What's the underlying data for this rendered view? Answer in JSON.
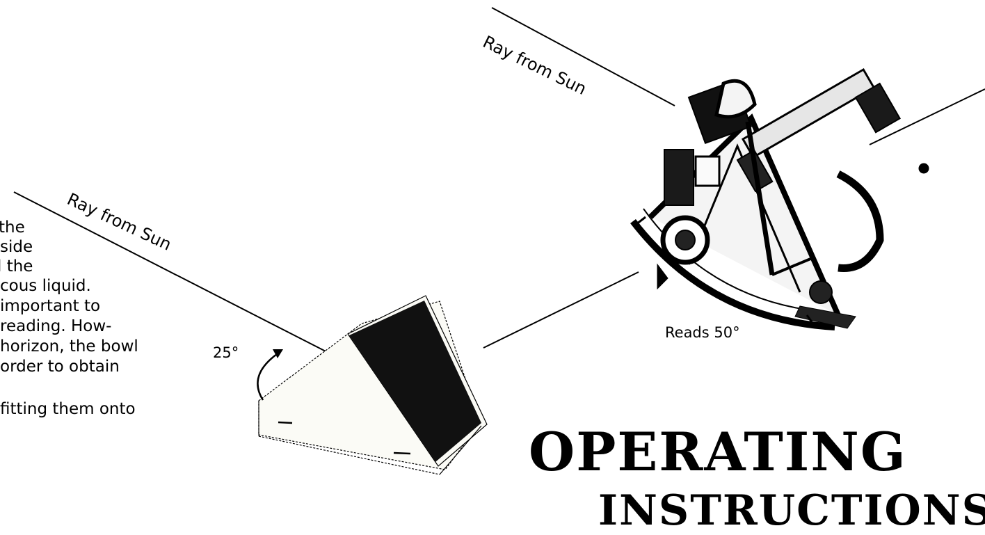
{
  "body_text": {
    "lines": [
      "the",
      "side",
      "l the",
      "cous liquid.",
      "important to",
      "reading. How-",
      "horizon, the bowl",
      "order to obtain",
      "",
      "fitting them onto"
    ]
  },
  "diagram": {
    "ray_label_left": "Ray from Sun",
    "ray_label_right": "Ray from Sun",
    "angle_label": "25°",
    "reading_label": "Reads 50°"
  },
  "heading": {
    "title": "OPERATING",
    "subtitle": "INSTRUCTIONS"
  },
  "colors": {
    "ink": "#000000",
    "paper": "#ffffff",
    "horizon_box": "#fbfbf6",
    "mirror": "#111111"
  },
  "icons": {
    "sextant": "sextant-icon",
    "artificial_horizon": "artificial-horizon-icon",
    "angle_arrow": "angle-arrow-icon"
  }
}
